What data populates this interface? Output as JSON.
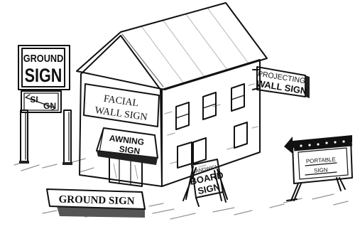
{
  "signs": {
    "ground_pole": {
      "line1": "GROUND",
      "line2": "SIGN",
      "panel_line1": "SI",
      "panel_line2": "GN"
    },
    "facial_wall": {
      "line1": "FACIAL",
      "line2": "WALL SIGN"
    },
    "projecting_wall": {
      "line1": "PROJECTING",
      "line2": "WALL SIGN"
    },
    "awning": {
      "line1": "AWNING",
      "line2": "SIGN"
    },
    "sandwich_board": {
      "line1": "SANDWICH",
      "line2": "BOARD",
      "line3": "SIGN"
    },
    "portable": {
      "line1": "PORTABLE",
      "line2": "SIGN"
    },
    "ground_monument": {
      "label": "GROUND SIGN"
    }
  }
}
